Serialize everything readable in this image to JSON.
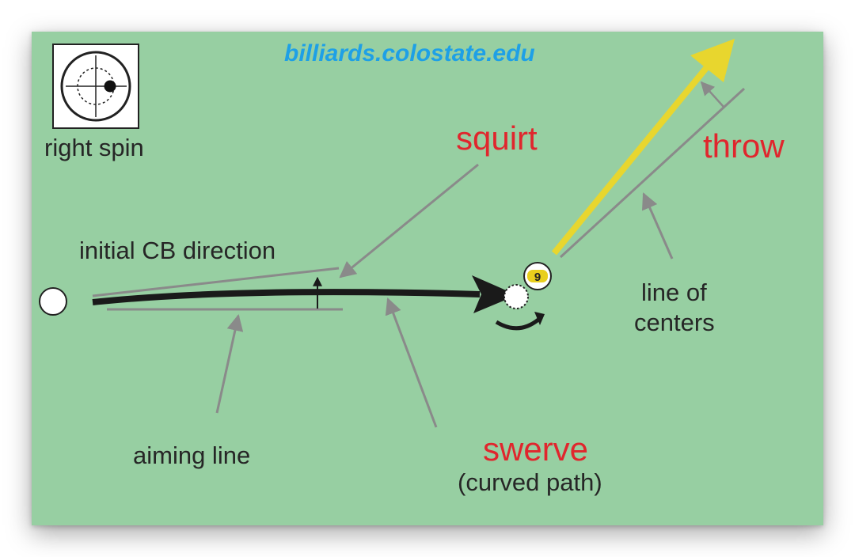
{
  "header": {
    "url": "billiards.colostate.edu"
  },
  "labels": {
    "spin": "right spin",
    "initial_direction": "initial CB direction",
    "aiming_line": "aiming line",
    "squirt": "squirt",
    "swerve": "swerve",
    "swerve_sub": "(curved path)",
    "throw": "throw",
    "line_of_centers_1": "line of",
    "line_of_centers_2": "centers",
    "ball_number": "9"
  },
  "colors": {
    "table": "#97cfa2",
    "accent_red": "#e0262d",
    "url_blue": "#1ea0e6",
    "throw_arrow": "#e8d62e",
    "guide_gray": "#8a8a8a",
    "path_black": "#1a1a1a"
  },
  "icons": [
    "spin-diagram-icon",
    "cue-ball-icon",
    "object-ball-9-icon"
  ]
}
